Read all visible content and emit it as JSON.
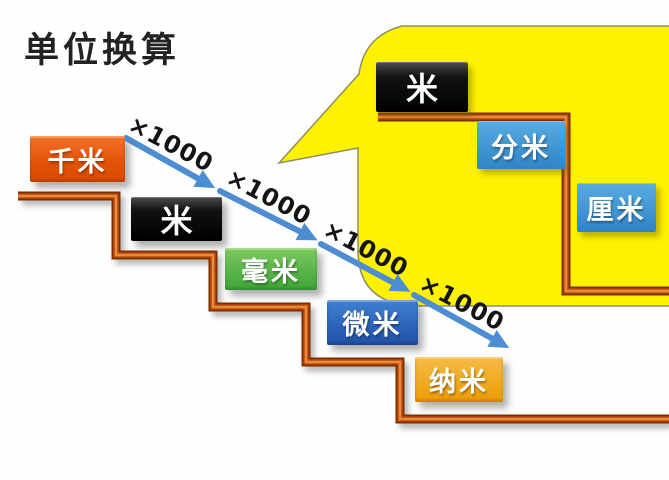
{
  "title": "单位换算",
  "conversion": {
    "factor_label": "×1000",
    "arrow_count": 4,
    "arrow_color": "#4d8ed2"
  },
  "main_staircase": {
    "units": [
      {
        "id": "kilometer",
        "label": "千米",
        "color": "#e25106"
      },
      {
        "id": "meter",
        "label": "米",
        "color": "#000000"
      },
      {
        "id": "millimeter",
        "label": "毫米",
        "color": "#4fb345"
      },
      {
        "id": "micrometer",
        "label": "微米",
        "color": "#2c63bc"
      },
      {
        "id": "nanometer",
        "label": "纳米",
        "color": "#f0a418"
      }
    ],
    "step_line_color": "#c85a14"
  },
  "callout": {
    "shape": "speech-bubble",
    "fill_color": "#fef200",
    "units": [
      {
        "id": "meter",
        "label": "米",
        "color": "#000000"
      },
      {
        "id": "decimeter",
        "label": "分米",
        "color": "#3e96d2"
      },
      {
        "id": "centimeter",
        "label": "厘米",
        "color": "#3e96d2"
      }
    ]
  },
  "background_color": "#ffffff"
}
